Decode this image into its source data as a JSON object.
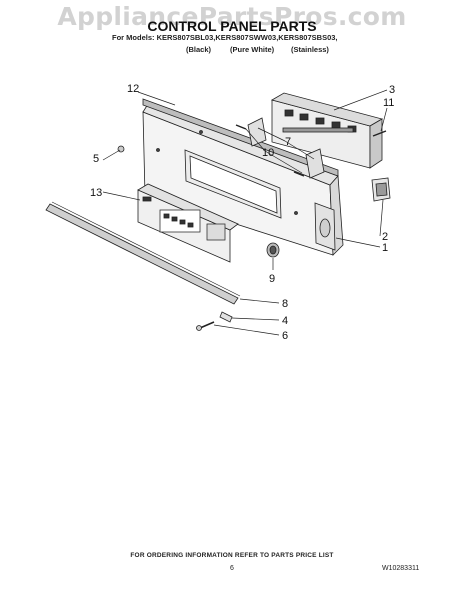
{
  "watermark": "AppliancePartsPros.com",
  "title": "CONTROL PANEL PARTS",
  "models_line": "For Models: KERS807SBL03,KERS807SWW03,KERS807SBS03,",
  "variants": [
    "(Black)",
    "(Pure White)",
    "(Stainless)"
  ],
  "callouts": [
    "12",
    "3",
    "11",
    "7",
    "10",
    "5",
    "13",
    "2",
    "1",
    "9",
    "8",
    "4",
    "6"
  ],
  "footer": "FOR ORDERING INFORMATION REFER TO PARTS PRICE LIST",
  "page_number": "6",
  "document_number": "W10283311"
}
